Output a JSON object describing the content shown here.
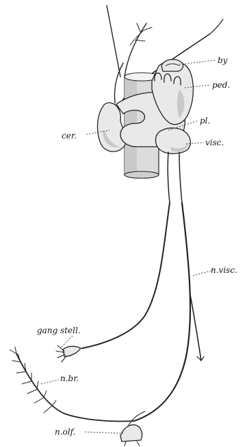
{
  "labels": {
    "by": "by",
    "ped": "ped.",
    "pl": "pl.",
    "cer": "cer.",
    "visc": "visc.",
    "n_visc": "n.visc.",
    "gang_stell": "gang stell.",
    "n_br": "n.br.",
    "n_olf": "n.olf."
  },
  "colors": {
    "ink": "#222222",
    "paper": "#ffffff",
    "ganglion_fill": "#e9e9e9",
    "shading": "#c9c9c9"
  }
}
